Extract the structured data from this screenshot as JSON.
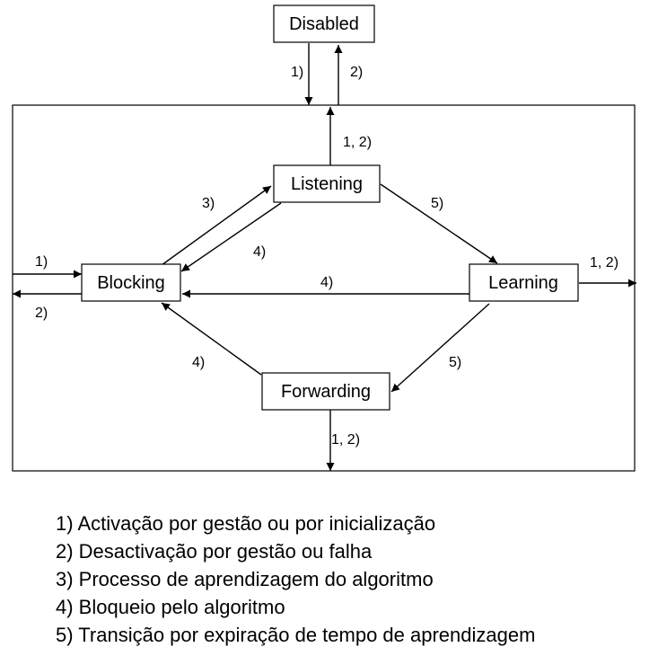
{
  "states": {
    "disabled": "Disabled",
    "listening": "Listening",
    "blocking": "Blocking",
    "learning": "Learning",
    "forwarding": "Forwarding"
  },
  "edges": {
    "disabled_down": "1)",
    "disabled_up": "2)",
    "listening_up": "1, 2)",
    "blocking_to_listening": "3)",
    "listening_to_blocking": "4)",
    "listening_to_learning": "5)",
    "external_in": "1)",
    "external_out": "2)",
    "learning_to_blocking": "4)",
    "learning_out": "1, 2)",
    "forwarding_to_blocking": "4)",
    "learning_to_forwarding": "5)",
    "forwarding_down": "1, 2)"
  },
  "legend": [
    "1) Activação por gestão ou por inicialização",
    "2) Desactivação por gestão ou falha",
    "3) Processo de aprendizagem do algoritmo",
    "4) Bloqueio pelo algoritmo",
    "5) Transição por expiração de tempo de aprendizagem"
  ]
}
